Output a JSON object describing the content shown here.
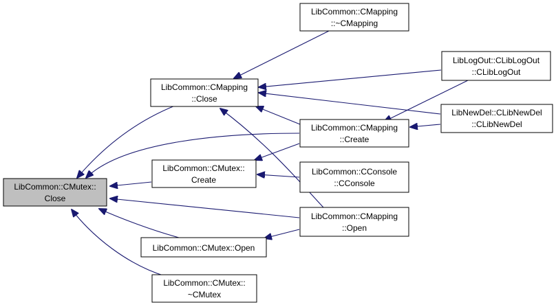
{
  "graph": {
    "colors": {
      "edge": "#191970",
      "focus_fill": "#bfbfbf",
      "node_fill": "#ffffff",
      "border": "#000000"
    },
    "nodes": {
      "mutex_close": {
        "line1": "LibCommon::CMutex::",
        "line2": "Close"
      },
      "mapping_close": {
        "line1": "LibCommon::CMapping",
        "line2": "::Close"
      },
      "mutex_create": {
        "line1": "LibCommon::CMutex::",
        "line2": "Create"
      },
      "mutex_open": {
        "line1": "LibCommon::CMutex::Open"
      },
      "mutex_dtor": {
        "line1": "LibCommon::CMutex::",
        "line2": "~CMutex"
      },
      "mapping_dtor": {
        "line1": "LibCommon::CMapping",
        "line2": "::~CMapping"
      },
      "mapping_create": {
        "line1": "LibCommon::CMapping",
        "line2": "::Create"
      },
      "console_ctor": {
        "line1": "LibCommon::CConsole",
        "line2": "::CConsole"
      },
      "mapping_open": {
        "line1": "LibCommon::CMapping",
        "line2": "::Open"
      },
      "liblogout_ctor": {
        "line1": "LibLogOut::CLibLogOut",
        "line2": "::CLibLogOut"
      },
      "libnewdel_ctor": {
        "line1": "LibNewDel::CLibNewDel",
        "line2": "::CLibNewDel"
      }
    }
  }
}
